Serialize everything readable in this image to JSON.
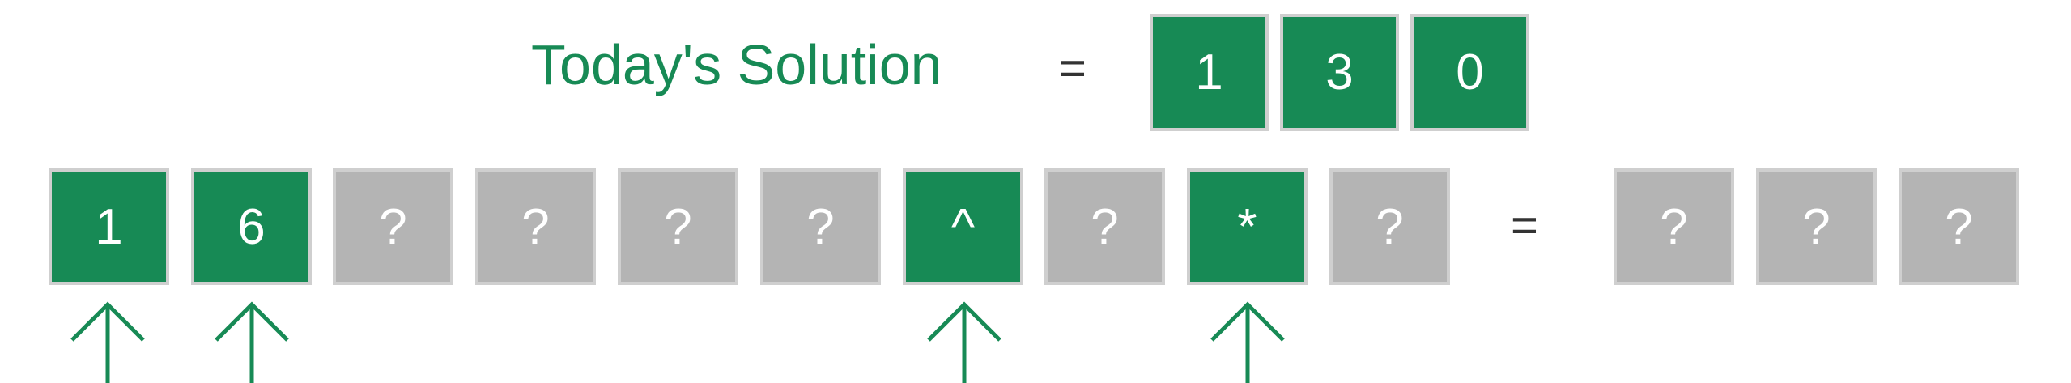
{
  "title": "Today's Solution",
  "equals": "=",
  "solution": [
    "1",
    "3",
    "0"
  ],
  "equation": [
    {
      "symbol": "1",
      "state": "revealed"
    },
    {
      "symbol": "6",
      "state": "revealed"
    },
    {
      "symbol": "?",
      "state": "hidden"
    },
    {
      "symbol": "?",
      "state": "hidden"
    },
    {
      "symbol": "?",
      "state": "hidden"
    },
    {
      "symbol": "?",
      "state": "hidden"
    },
    {
      "symbol": "^",
      "state": "revealed"
    },
    {
      "symbol": "?",
      "state": "hidden"
    },
    {
      "symbol": "*",
      "state": "revealed"
    },
    {
      "symbol": "?",
      "state": "hidden"
    }
  ],
  "result": [
    "?",
    "?",
    "?"
  ],
  "arrow_color": "#178a55",
  "tile_colors": {
    "revealed": "#178a55",
    "hidden": "#b4b4b4",
    "border": "#cfcfcf"
  },
  "arrow_icon": "up-arrow-icon"
}
